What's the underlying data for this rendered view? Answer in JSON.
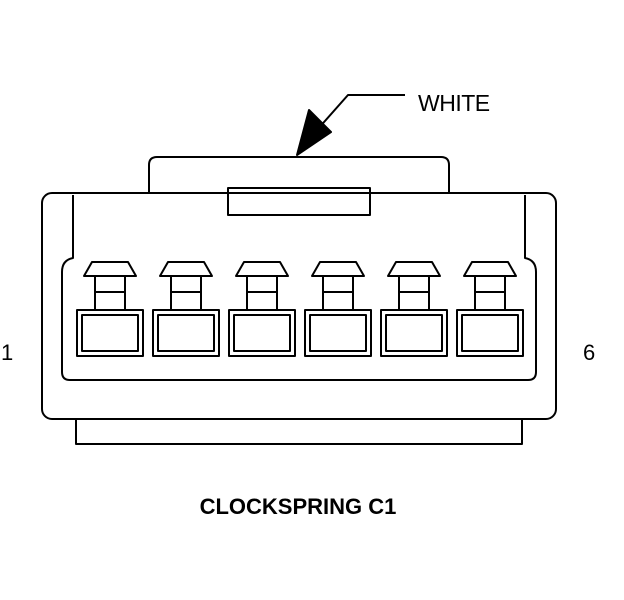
{
  "connector": {
    "color_label": "WHITE",
    "pin_start": "1",
    "pin_end": "6",
    "name": "CLOCKSPRING C1",
    "pin_count": 6
  },
  "colors": {
    "line": "#000000",
    "background": "#ffffff"
  }
}
